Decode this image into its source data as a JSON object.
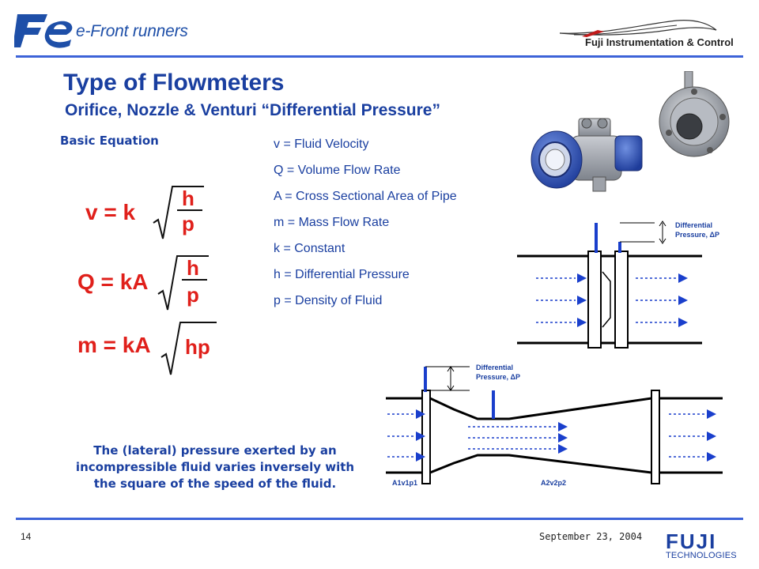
{
  "header": {
    "tagline": "e-Front runners",
    "company": "Fuji Instrumentation & Control"
  },
  "title": "Type of Flowmeters",
  "subtitle": "Orifice, Nozzle & Venturi “Differential Pressure”",
  "equation_heading": "Basic Equation",
  "formulas": [
    {
      "lhs": "v = k",
      "radicand_top": "h",
      "radicand_bottom": "p"
    },
    {
      "lhs": "Q = kA",
      "radicand_top": "h",
      "radicand_bottom": "p"
    },
    {
      "lhs": "m = kA",
      "radicand": "hp"
    }
  ],
  "variables": [
    "v = Fluid Velocity",
    "Q = Volume Flow Rate",
    "A = Cross Sectional Area of Pipe",
    "m = Mass Flow Rate",
    "k = Constant",
    "h = Differential Pressure",
    "p = Density of Fluid"
  ],
  "note": "The (lateral) pressure exerted by an incompressible fluid varies inversely with the square of the speed of the fluid.",
  "orifice_diagram": {
    "label_line1": "Differential",
    "label_line2": "Pressure, ΔP"
  },
  "venturi_diagram": {
    "label_line1": "Differential",
    "label_line2": "Pressure, ΔP",
    "inlet_label": "A1v1p1",
    "throat_label": "A2v2p2"
  },
  "footer": {
    "slide_number": "14",
    "date": "September 23, 2004",
    "brand": "FUJI",
    "brand_sub": "TECHNOLOGIES"
  },
  "colors": {
    "primary_blue": "#1a3fa0",
    "rule_blue": "#3d63d8",
    "formula_red": "#e0201b"
  }
}
